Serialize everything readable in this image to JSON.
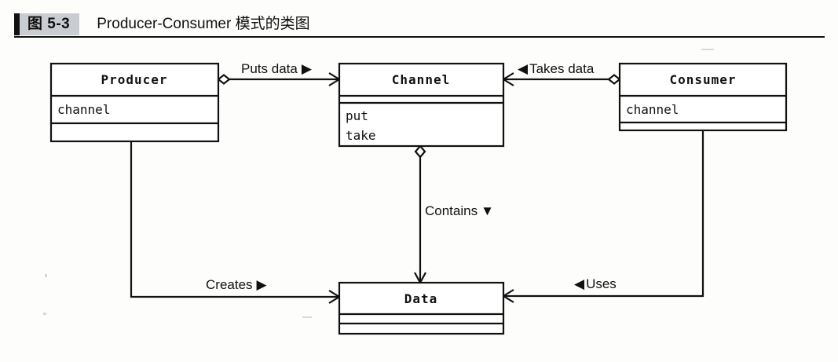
{
  "figure": {
    "number": "图 5-3",
    "title": "Producer-Consumer 模式的类图",
    "accent_color": "#c9cdd1",
    "line_color": "#111111",
    "background_color": "#fdfdfc"
  },
  "diagram": {
    "type": "uml-class-diagram",
    "classes": [
      {
        "id": "producer",
        "name": "Producer",
        "attributes": [
          "channel"
        ],
        "operations": []
      },
      {
        "id": "channel",
        "name": "Channel",
        "attributes": [],
        "operations": [
          "put",
          "take"
        ]
      },
      {
        "id": "consumer",
        "name": "Consumer",
        "attributes": [
          "channel"
        ],
        "operations": []
      },
      {
        "id": "data",
        "name": "Data",
        "attributes": [],
        "operations": []
      }
    ],
    "relations": [
      {
        "id": "puts-data",
        "label": "Puts data",
        "direction_marker": "▶",
        "from": "producer",
        "to": "channel",
        "kind": "aggregation-with-navigation"
      },
      {
        "id": "takes-data",
        "label": "Takes data",
        "direction_marker": "◀",
        "from": "consumer",
        "to": "channel",
        "kind": "aggregation-with-navigation"
      },
      {
        "id": "contains",
        "label": "Contains",
        "direction_marker": "▼",
        "from": "channel",
        "to": "data",
        "kind": "aggregation-with-navigation"
      },
      {
        "id": "creates",
        "label": "Creates",
        "direction_marker": "▶",
        "from": "producer",
        "to": "data",
        "kind": "association"
      },
      {
        "id": "uses",
        "label": "Uses",
        "direction_marker": "◀",
        "from": "consumer",
        "to": "data",
        "kind": "association"
      }
    ]
  }
}
